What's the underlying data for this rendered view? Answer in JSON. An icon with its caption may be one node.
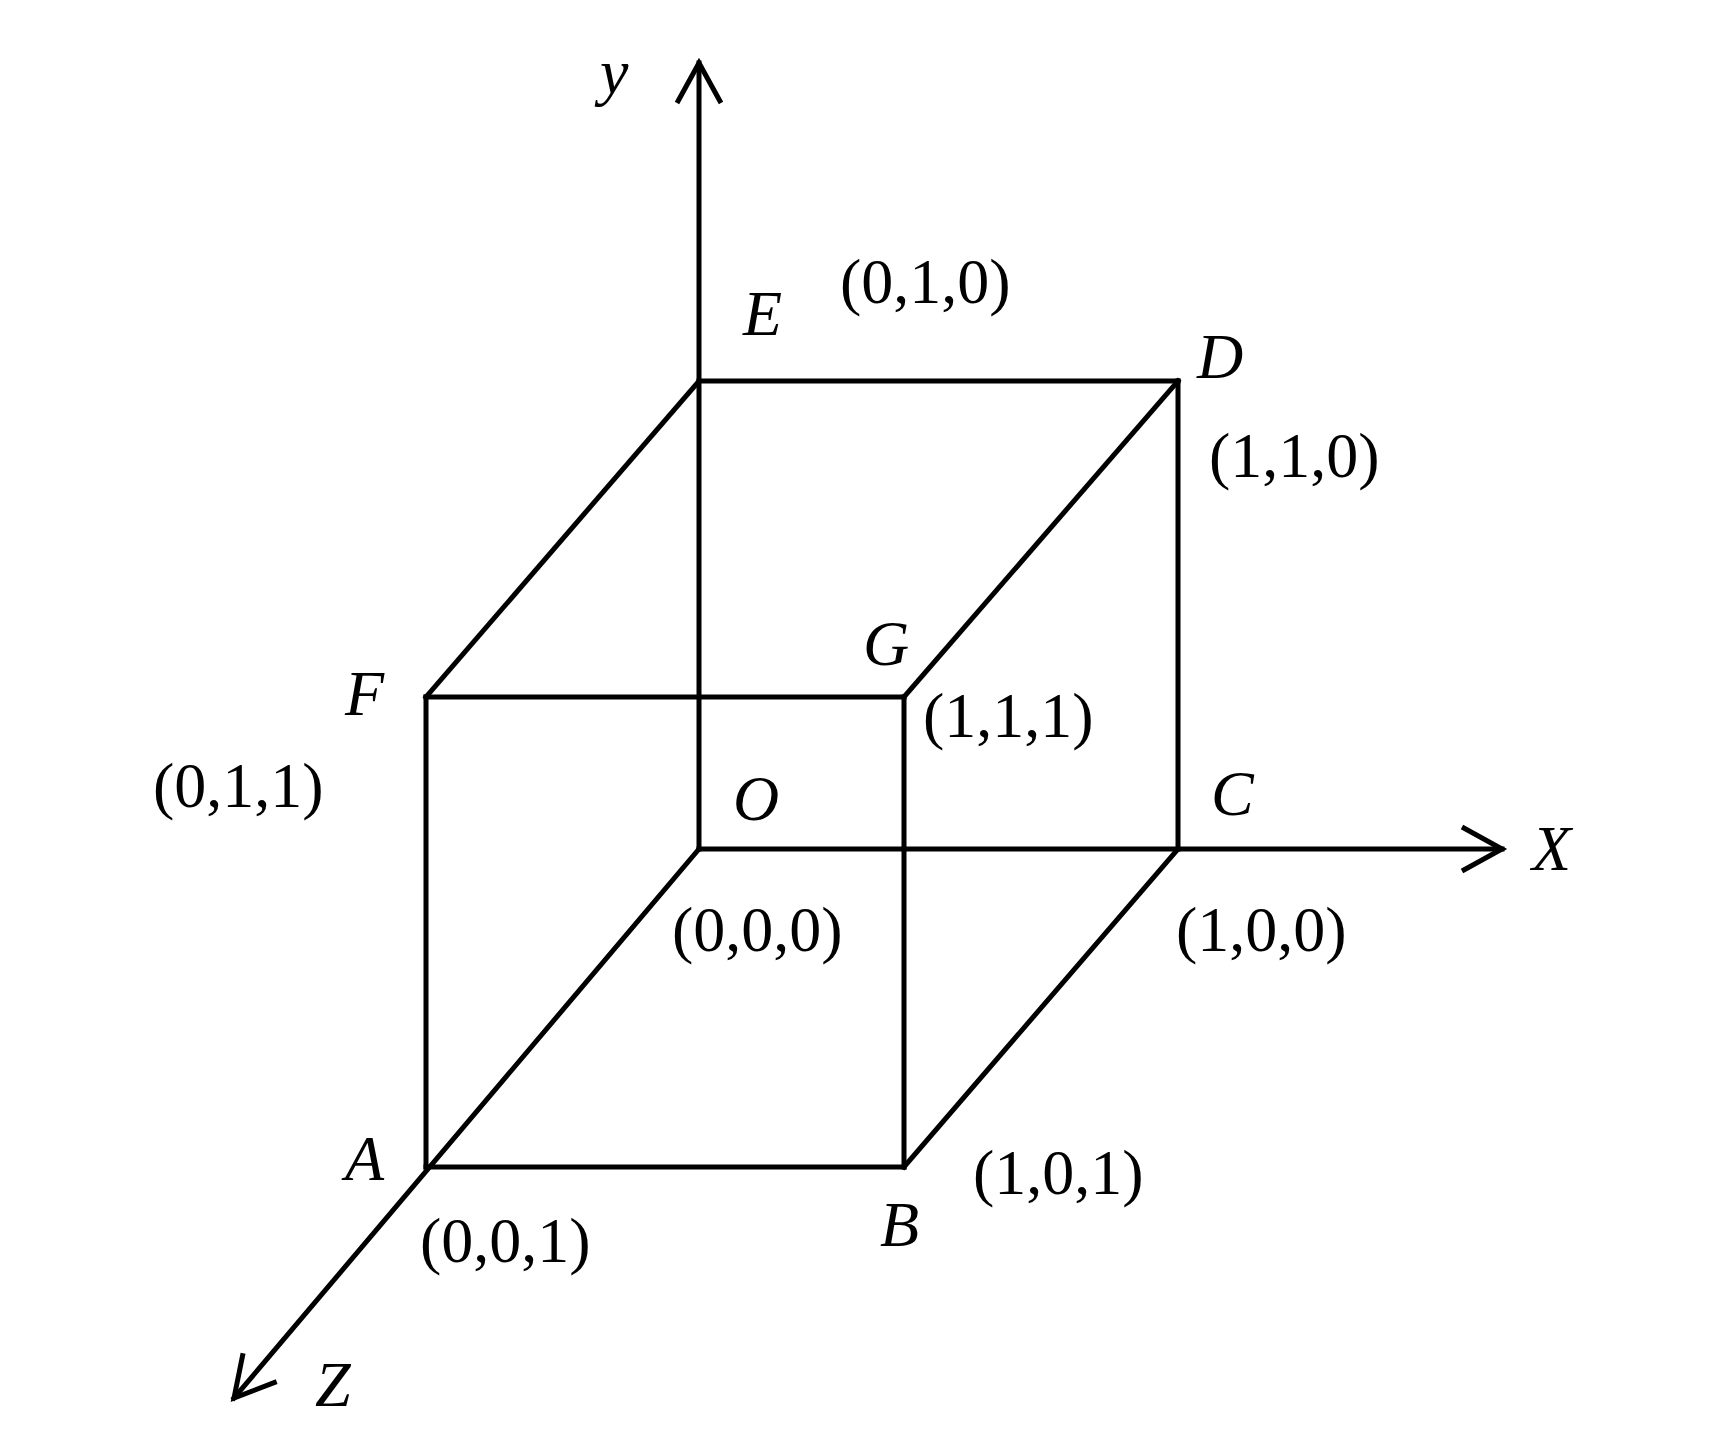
{
  "diagram": {
    "labels": [
      "y",
      "E",
      "(0,1,0)",
      "D",
      "(1,1,0)",
      "G",
      "F",
      "(1,1,1)",
      "(0,1,1)",
      "O",
      "C",
      "X",
      "(0,0,0)",
      "(1,0,0)",
      "A",
      "(1,0,1)",
      "B",
      "(0,0,1)",
      "Z"
    ]
  }
}
